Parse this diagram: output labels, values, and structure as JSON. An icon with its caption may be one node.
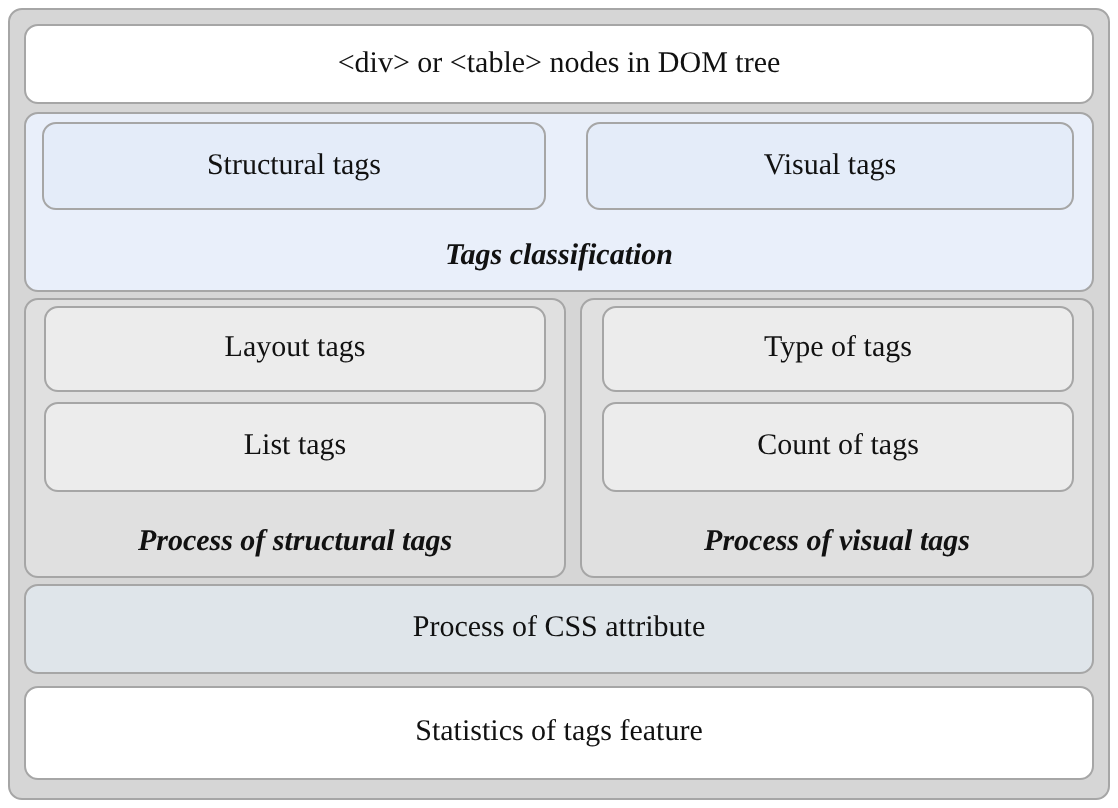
{
  "diagram": {
    "nodes": [
      {
        "text": [],
        "shape": "box"
      },
      {
        "text": [
          "<div> or <table> nodes in DOM tree"
        ],
        "in": 0
      },
      {
        "text": [
          "Tags classification"
        ],
        "in": 0
      },
      {
        "text": [
          "Structural tags"
        ],
        "in": 2
      },
      {
        "text": [
          "Visual tags"
        ],
        "in": 2
      },
      {
        "text": [
          "Process of structural tags"
        ],
        "in": 0
      },
      {
        "text": [
          "Layout tags"
        ],
        "in": 5
      },
      {
        "text": [
          "List tags"
        ],
        "in": 5
      },
      {
        "text": [
          "Process of visual tags"
        ],
        "in": 0
      },
      {
        "text": [
          "Type of tags"
        ],
        "in": 8
      },
      {
        "text": [
          "Count of tags"
        ],
        "in": 8
      },
      {
        "text": [
          "Process of CSS attribute"
        ],
        "in": 0
      },
      {
        "text": [
          "Statistics of tags feature"
        ],
        "in": 0
      }
    ]
  }
}
